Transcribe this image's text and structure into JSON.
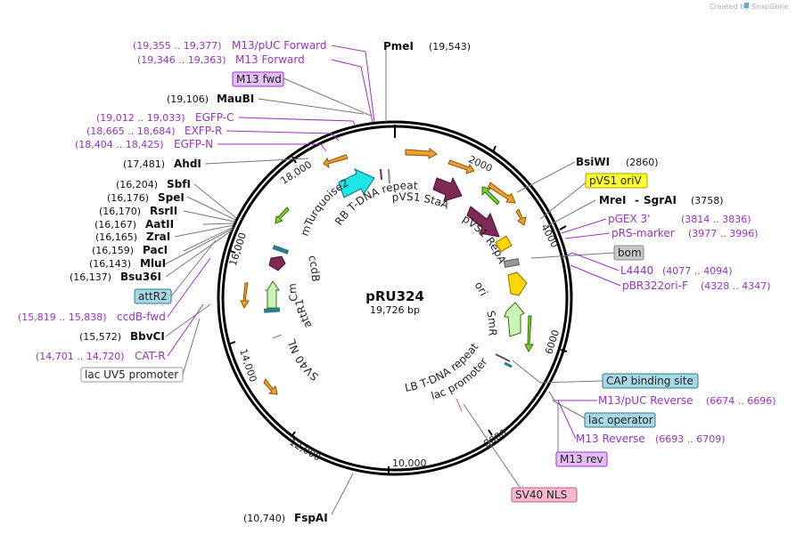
{
  "credit": "Created by",
  "brand": "SnapGene",
  "plasmid": {
    "name": "pRU324",
    "size": "19,726 bp"
  },
  "ticks": [
    "2000",
    "4000",
    "6000",
    "8000",
    "10,000",
    "12,000",
    "14,000",
    "16,000",
    "18,000"
  ],
  "labels": {
    "m13_puc_forward": {
      "coord": "(19,355 .. 19,377)",
      "name": "M13/pUC Forward"
    },
    "m13_forward": {
      "coord": "(19,346 .. 19,363)",
      "name": "M13 Forward"
    },
    "m13_fwd": {
      "name": "M13 fwd"
    },
    "maubi": {
      "coord": "(19,106)",
      "name": "MauBI"
    },
    "egfp_c": {
      "coord": "(19,012 .. 19,033)",
      "name": "EGFP-C"
    },
    "exfp_r": {
      "coord": "(18,665 .. 18,684)",
      "name": "EXFP-R"
    },
    "egfp_n": {
      "coord": "(18,404 .. 18,425)",
      "name": "EGFP-N"
    },
    "ahdi": {
      "coord": "(17,481)",
      "name": "AhdI"
    },
    "sbfi": {
      "coord": "(16,204)",
      "name": "SbfI"
    },
    "spei": {
      "coord": "(16,176)",
      "name": "SpeI"
    },
    "rsrii": {
      "coord": "(16,170)",
      "name": "RsrII"
    },
    "aatii": {
      "coord": "(16,167)",
      "name": "AatII"
    },
    "zrai": {
      "coord": "(16,165)",
      "name": "ZraI"
    },
    "paci": {
      "coord": "(16,159)",
      "name": "PacI"
    },
    "mlui": {
      "coord": "(16,143)",
      "name": "MluI"
    },
    "bsu36i": {
      "coord": "(16,137)",
      "name": "Bsu36I"
    },
    "attr2": {
      "name": "attR2"
    },
    "ccdb_fwd": {
      "coord": "(15,819 .. 15,838)",
      "name": "ccdB-fwd"
    },
    "bbvci": {
      "coord": "(15,572)",
      "name": "BbvCI"
    },
    "cat_r": {
      "coord": "(14,701 .. 14,720)",
      "name": "CAT-R"
    },
    "lacuv5": {
      "name": "lac UV5 promoter"
    },
    "pmei": {
      "name": "PmeI",
      "coord": "(19,543)"
    },
    "bsiwi": {
      "name": "BsiWI",
      "coord": "(2860)"
    },
    "pvs1_oriv": {
      "name": "pVS1 oriV"
    },
    "mrei": {
      "name": "MreI",
      "sep": "-",
      "name2": "SgrAI",
      "coord": "(3758)"
    },
    "pgex3": {
      "name": "pGEX 3'",
      "coord": "(3814 .. 3836)"
    },
    "prs_marker": {
      "name": "pRS-marker",
      "coord": "(3977 .. 3996)"
    },
    "bom": {
      "name": "bom"
    },
    "l4440": {
      "name": "L4440",
      "coord": "(4077 .. 4094)"
    },
    "pbr322ori": {
      "name": "pBR322ori-F",
      "coord": "(4328 .. 4347)"
    },
    "cap": {
      "name": "CAP binding site"
    },
    "m13_puc_reverse": {
      "name": "M13/pUC Reverse",
      "coord": "(6674 .. 6696)"
    },
    "lac_operator": {
      "name": "lac operator"
    },
    "m13_reverse": {
      "name": "M13 Reverse",
      "coord": "(6693 .. 6709)"
    },
    "m13_rev": {
      "name": "M13 rev"
    },
    "sv40_box": {
      "name": "SV40 NLS"
    },
    "fspai": {
      "coord": "(10,740)",
      "name": "FspAI"
    }
  },
  "features": {
    "mturquoise2": "mTurquoise2",
    "rb_tdna": "RB T-DNA repeat",
    "pvs1_stay": "pVS1 StaA",
    "pvs1_repa": "pVS1 RepA",
    "ori": "ori",
    "smr": "SmR",
    "lb_tdna": "LB T-DNA repeat",
    "lac_promoter": "lac promoter",
    "sv40_nls_inner": "SV40 NLS",
    "attr1": "attR1",
    "cmr": "CmR",
    "ccdb": "ccdB"
  },
  "colors": {
    "purple": "#9b30c8",
    "mturquoise2": "#1ee6e6",
    "staa_repa": "#7d2a55",
    "orange_arrows": "#f0a030",
    "green_arrows": "#79d32a",
    "ori": "#ffd700",
    "smr": "#c9f5b8",
    "cmr": "#c9f5b8",
    "attR": "#2a7b8c"
  }
}
